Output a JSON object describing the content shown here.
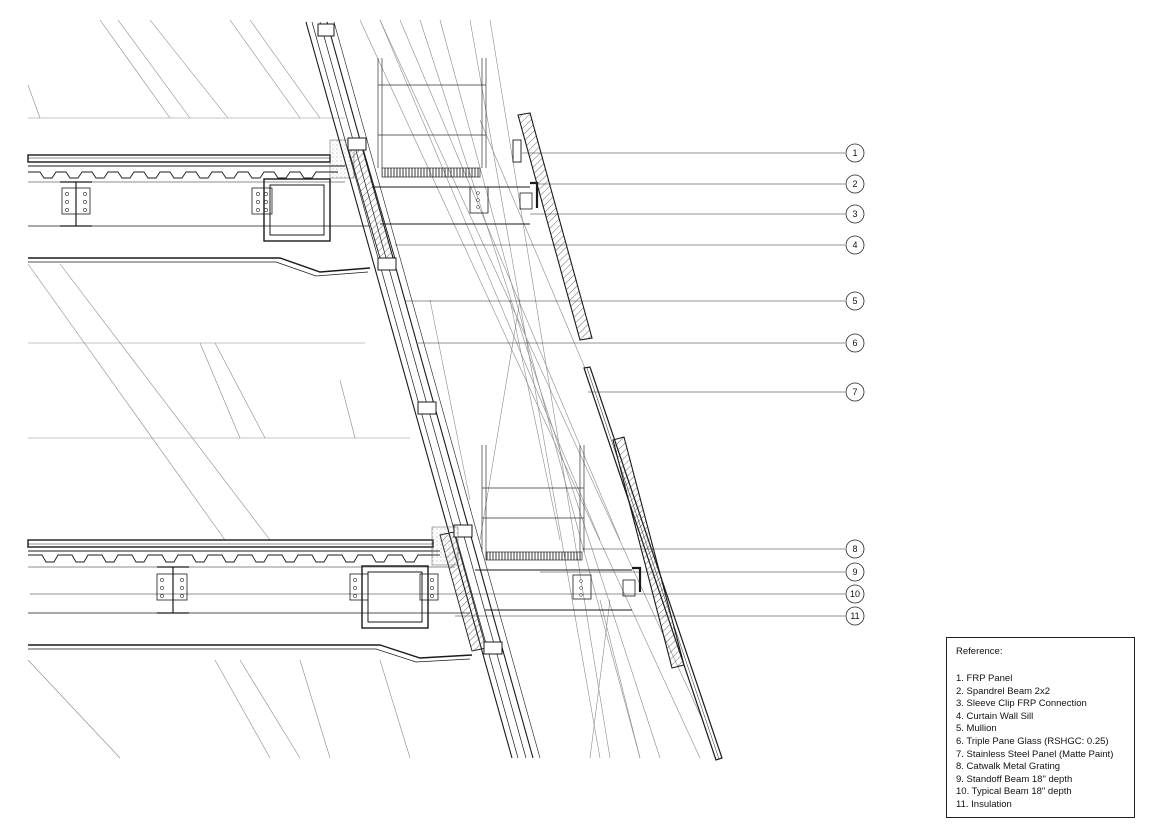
{
  "reference": {
    "title": "Reference:",
    "items": [
      {
        "num": "1",
        "label": "1. FRP Panel"
      },
      {
        "num": "2",
        "label": "2. Spandrel Beam 2x2"
      },
      {
        "num": "3",
        "label": "3. Sleeve Clip FRP Connection"
      },
      {
        "num": "4",
        "label": "4. Curtain Wall Sill"
      },
      {
        "num": "5",
        "label": "5. Mullion"
      },
      {
        "num": "6",
        "label": "6. Triple Pane Glass (RSHGC: 0.25)"
      },
      {
        "num": "7",
        "label": "7. Stainless Steel Panel (Matte Paint)"
      },
      {
        "num": "8",
        "label": "8. Catwalk Metal Grating"
      },
      {
        "num": "9",
        "label": "9. Standoff Beam 18\" depth"
      },
      {
        "num": "10",
        "label": "10. Typical Beam 18\" depth"
      },
      {
        "num": "11",
        "label": "11. Insulation"
      }
    ]
  },
  "callouts": [
    "1",
    "2",
    "3",
    "4",
    "5",
    "6",
    "7",
    "8",
    "9",
    "10",
    "11"
  ],
  "colors": {
    "line": "#1a1a1a",
    "light_line": "#8a8a8a",
    "hatch": "#444444",
    "background": "#ffffff"
  }
}
